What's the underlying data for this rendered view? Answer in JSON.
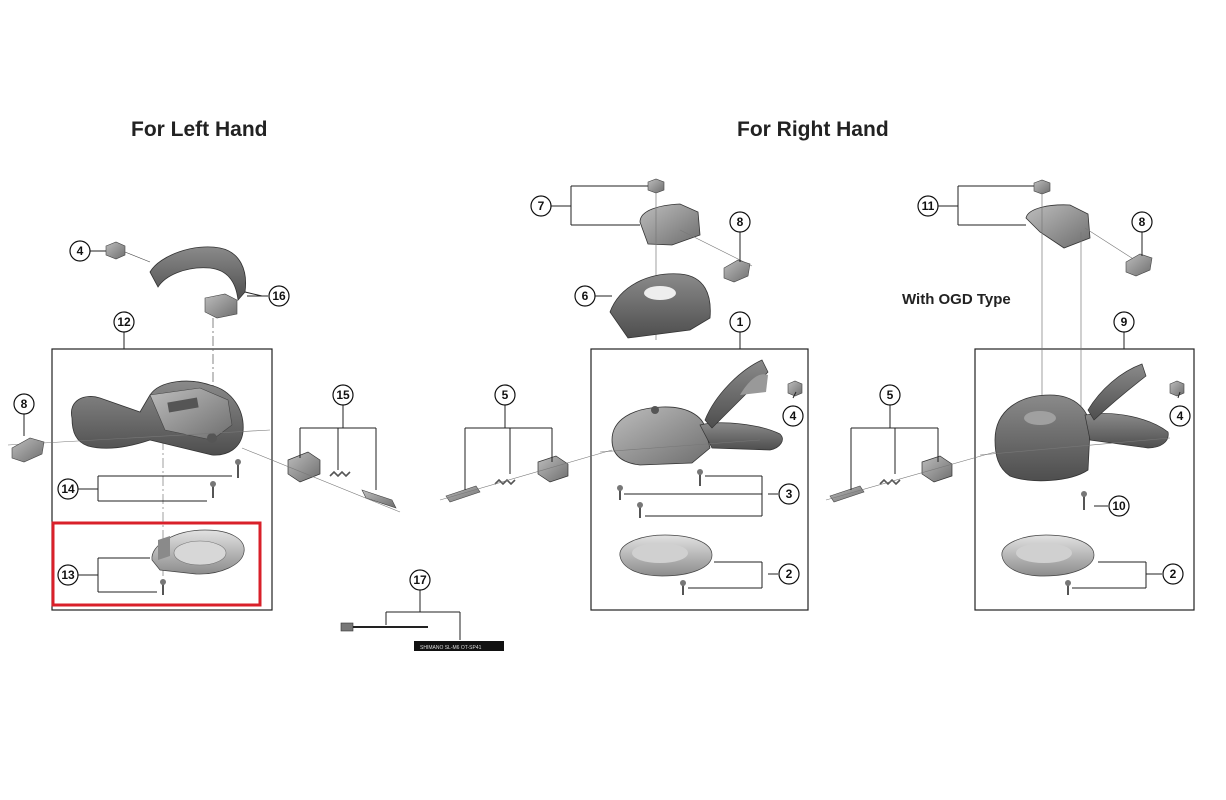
{
  "headings": {
    "left": "For Left Hand",
    "right": "For Right Hand",
    "ogd": "With OGD Type"
  },
  "callouts": {
    "c4_left": "4",
    "c16": "16",
    "c12": "12",
    "c8_left": "8",
    "c15": "15",
    "c14": "14",
    "c13": "13",
    "c17": "17",
    "c7": "7",
    "c8_mid": "8",
    "c6": "6",
    "c1": "1",
    "c5_mid": "5",
    "c4_mid": "4",
    "c3": "3",
    "c2_mid": "2",
    "c11": "11",
    "c8_right": "8",
    "c9": "9",
    "c5_right": "5",
    "c4_right": "4",
    "c10": "10",
    "c2_right": "2"
  },
  "cable_print": "SHIMANO SL-M6 OT-SP41",
  "colors": {
    "highlight": "#d9202a",
    "line": "#222222",
    "part_dark": "#6d6d6d",
    "part_mid": "#9a9a9a",
    "part_light": "#c4c4c4"
  }
}
